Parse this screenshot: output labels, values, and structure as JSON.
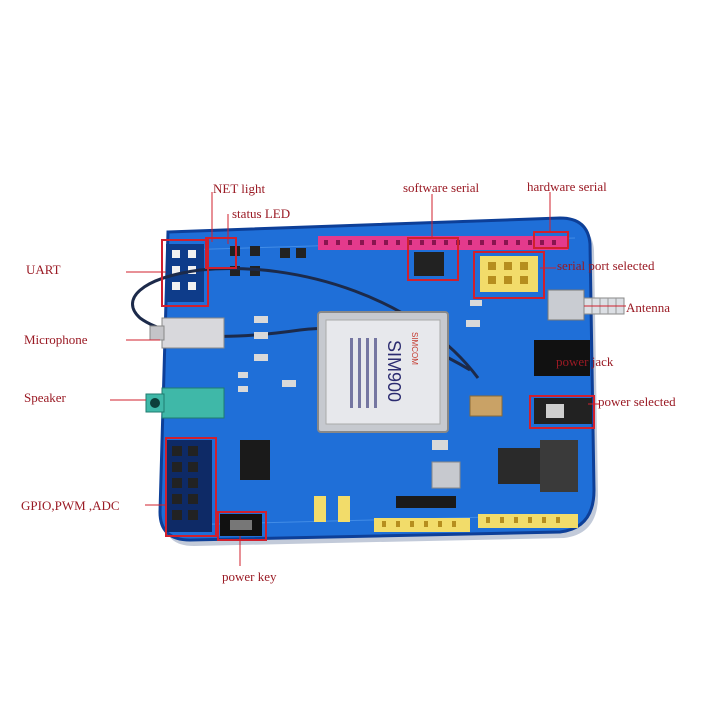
{
  "labels": {
    "net_light": "NET light",
    "status_led": "status LED",
    "software_serial": "software serial",
    "hardware_serial": "hardware serial",
    "uart": "UART",
    "serial_port_selected": "serial port selected",
    "antenna": "Antenna",
    "microphone": "Microphone",
    "power_jack": "power jack",
    "speaker": "Speaker",
    "power_selected": "power selected",
    "gpio": "GPIO,PWM ,ADC",
    "power_key": "power key"
  },
  "chip": {
    "brand": "SIMCOM",
    "model": "SIM900"
  },
  "colors": {
    "board": "#1f6fd8",
    "board_edge": "#0d3f98",
    "callout": "#d0202e",
    "label_text": "#9a1a24",
    "header_pink": "#e43a8c",
    "header_yellow": "#f2dc6a",
    "audio_jack_teal": "#3fb8a8"
  }
}
